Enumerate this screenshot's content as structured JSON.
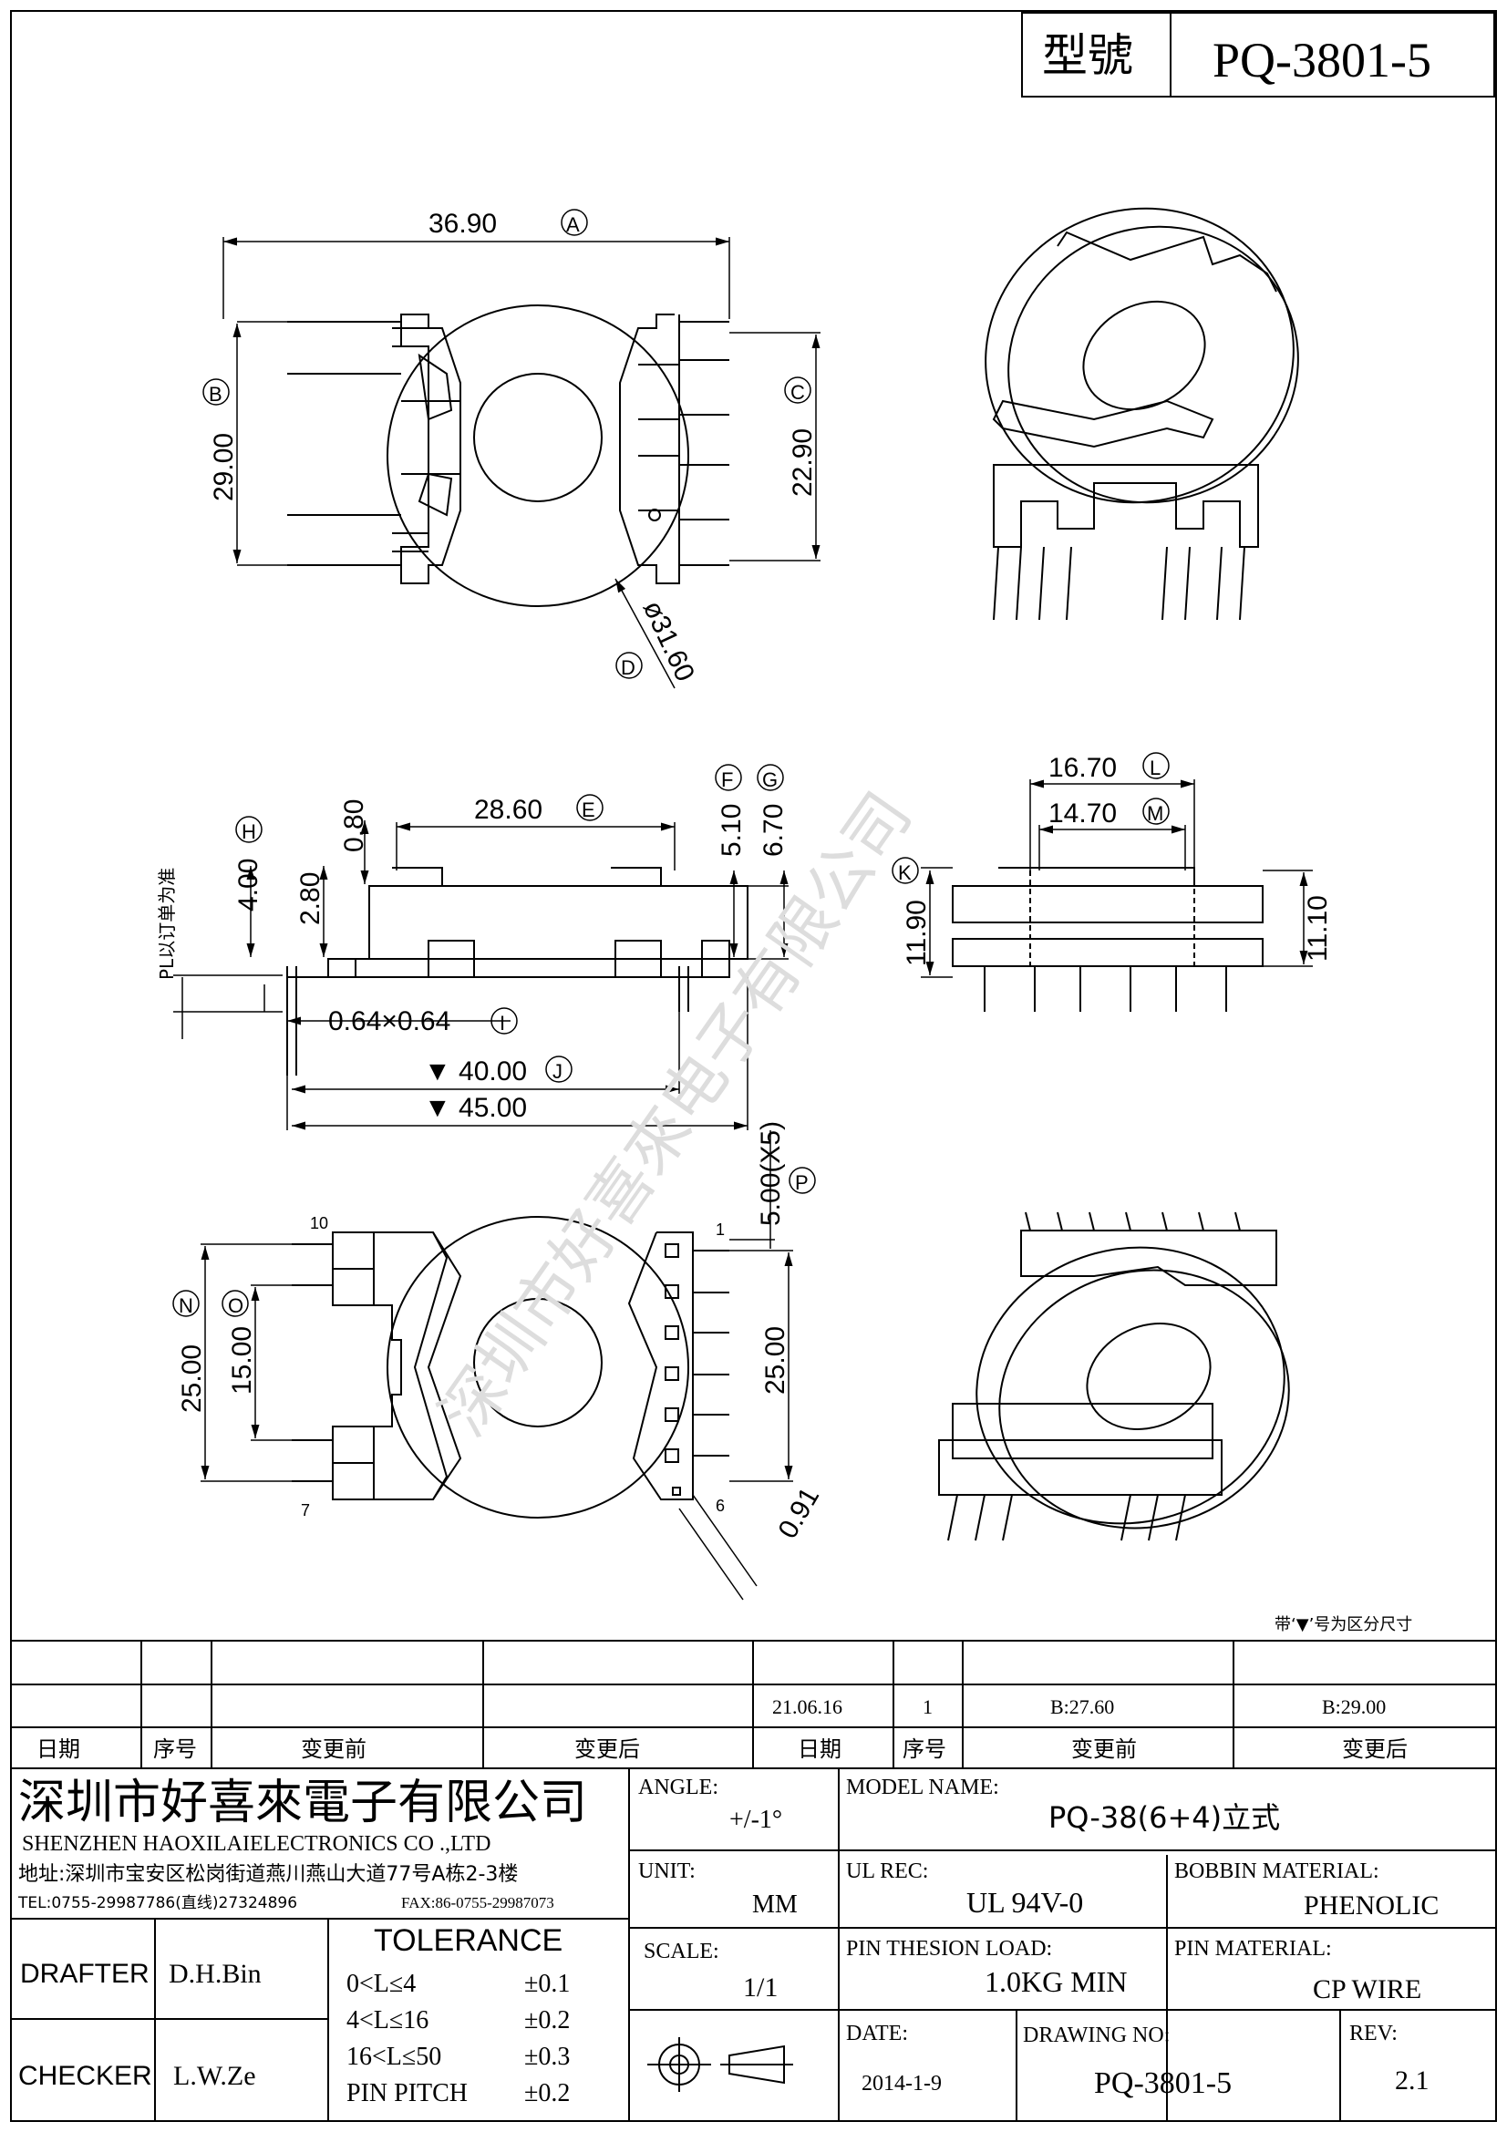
{
  "title_block_top": {
    "label": "型號",
    "value": "PQ-3801-5"
  },
  "dims": {
    "top_width": "36.90",
    "top_width_tag": "A",
    "left_h": "29.00",
    "left_h_tag": "B",
    "right_h": "22.90",
    "right_h_tag": "C",
    "dia": "ø31.60",
    "dia_tag": "D",
    "side_w": "28.60",
    "side_w_tag": "E",
    "h_510": "5.10",
    "h_510_tag": "F",
    "h_670": "6.70",
    "h_670_tag": "G",
    "h_400": "4.00",
    "h_400_tag": "H",
    "h_280": "2.80",
    "h_080": "0.80",
    "pl_note": "PL以订单为准",
    "pin_sq": "0.64×0.64",
    "pin_sq_tag": "I",
    "w_40": "▼ 40.00",
    "w_40_tag": "J",
    "w_45": "▼ 45.00",
    "w_1670": "16.70",
    "w_1670_tag": "L",
    "w_1470": "14.70",
    "w_1470_tag": "M",
    "h_1190": "11.90",
    "h_1190_tag": "K",
    "h_1110": "11.10",
    "pitch": "5.00(X5)",
    "pitch_tag": "P",
    "bot_left": "25.00",
    "bot_left_tag": "N",
    "bot_inner": "15.00",
    "bot_inner_tag": "O",
    "bot_right": "25.00",
    "d_091": "0.91",
    "pin_10": "10",
    "pin_1": "1",
    "pin_7": "7",
    "pin_6": "6"
  },
  "note": "带‘▼’号为区分尺寸",
  "revisions": {
    "row": [
      "",
      "",
      "",
      "",
      "21.06.16",
      "1",
      "B:27.60",
      "B:29.00"
    ],
    "headers": [
      "日期",
      "序号",
      "变更前",
      "变更后",
      "日期",
      "序号",
      "变更前",
      "变更后"
    ]
  },
  "company": {
    "name_cn": "深圳市好喜來電子有限公司",
    "name_en": "SHENZHEN HAOXILAIELECTRONICS CO .,LTD",
    "address": "地址:深圳市宝安区松岗街道燕川燕山大道77号A栋2-3楼",
    "tel": "TEL:0755-29987786(直线)27324896",
    "fax": "FAX:86-0755-29987073"
  },
  "watermark": "深圳市好喜來电子有限公司",
  "fields": {
    "angle_label": "ANGLE:",
    "angle_value": "+/-1°",
    "model_label": "MODEL NAME:",
    "model_value": "PQ-38(6+4)立式",
    "unit_label": "UNIT:",
    "unit_value": "MM",
    "ul_label": "UL REC:",
    "ul_value": "UL 94V-0",
    "bobbin_label": "BOBBIN MATERIAL:",
    "bobbin_value": "PHENOLIC",
    "scale_label": "SCALE:",
    "scale_value": "1/1",
    "pin_load_label": "PIN THESION LOAD:",
    "pin_load_value": "1.0KG MIN",
    "pin_mat_label": "PIN MATERIAL:",
    "pin_mat_value": "CP   WIRE",
    "date_label": "DATE:",
    "date_value": "2014-1-9",
    "drawing_label": "DRAWING NO:",
    "drawing_value": "PQ-3801-5",
    "rev_label": "REV:",
    "rev_value": "2.1"
  },
  "people": {
    "drafter_label": "DRAFTER",
    "drafter_value": "D.H.Bin",
    "checker_label": "CHECKER",
    "checker_value": "L.W.Ze"
  },
  "tolerance": {
    "title": "TOLERANCE",
    "rows": [
      {
        "range": "0<L≤4",
        "tol": "±0.1"
      },
      {
        "range": "4<L≤16",
        "tol": "±0.2"
      },
      {
        "range": "16<L≤50",
        "tol": "±0.3"
      },
      {
        "range": "PIN PITCH",
        "tol": "±0.2"
      }
    ]
  }
}
